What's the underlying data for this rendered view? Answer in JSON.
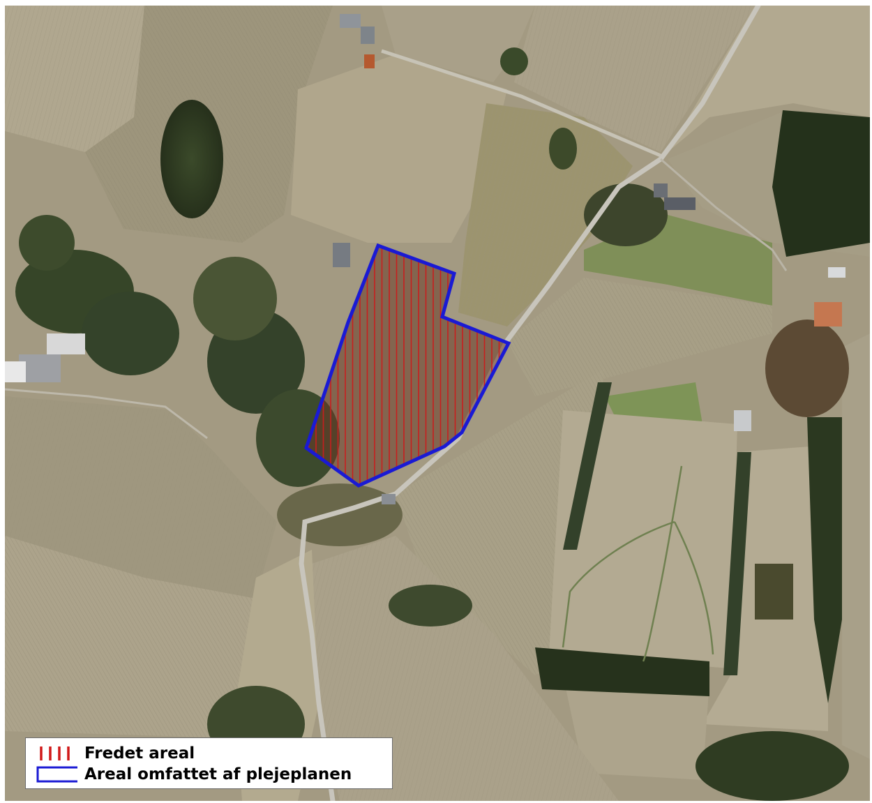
{
  "map": {
    "type": "aerial-photo",
    "colors": {
      "field_tan": "#a79e86",
      "field_dark": "#8f8770",
      "grass_green": "#8c9a5e",
      "forest_dark": "#2e3a22",
      "road": "#c9c6bd",
      "protected_area_hatch": "#c81e1e",
      "care_plan_outline": "#1a1ad4"
    }
  },
  "legend": {
    "items": [
      {
        "label": "Fredet areal",
        "symbol": "red-vertical-hatch",
        "color": "#d01818"
      },
      {
        "label": "Areal omfattet af plejeplanen",
        "symbol": "blue-outline-rectangle",
        "color": "#1a1ad4"
      }
    ]
  }
}
